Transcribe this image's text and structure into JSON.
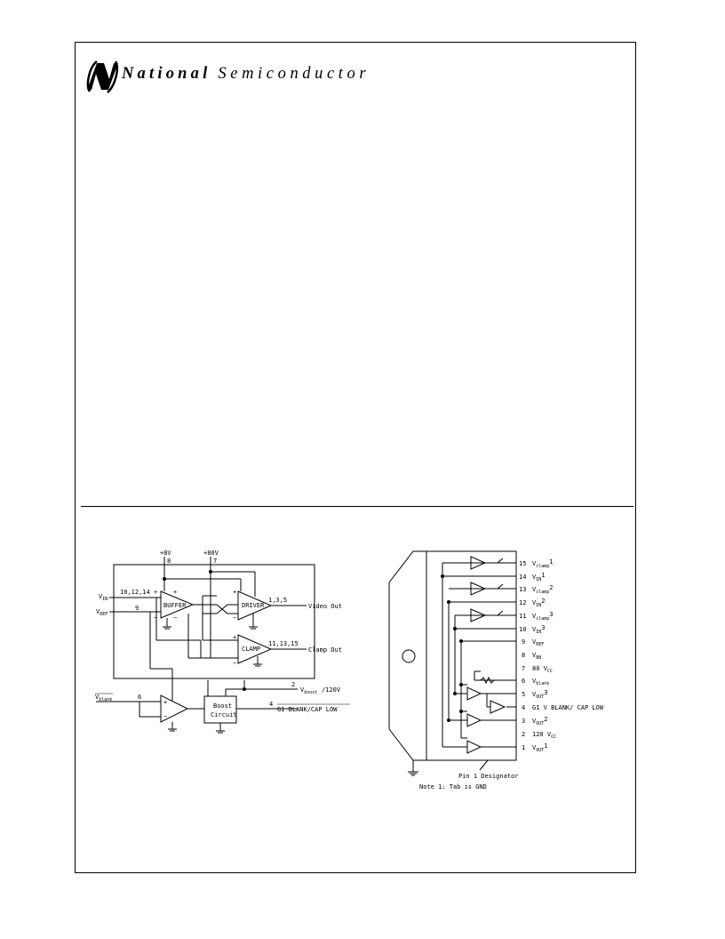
{
  "header": {
    "brand_bold": "National",
    "brand_light": "Semiconductor"
  },
  "block_diagram": {
    "supply_8v": "+8V",
    "supply_80v": "+80V",
    "pin_8": "8",
    "pin_7": "7",
    "vin_pins": "10,12,14",
    "vref_pin": "9",
    "vblank_pin": "6",
    "buffer_label": "BUFFER",
    "driver_label": "DRIVER",
    "clamp_label": "CLAMP",
    "video_out_pins": "1,3,5",
    "video_out_label": "Video Out",
    "clamp_out_pins": "11,13,15",
    "clamp_out_label": "Clamp Out",
    "boost_label_1": "Boost",
    "boost_label_2": "Circuit",
    "vboost_pin": "2",
    "vboost_label": "/120V",
    "g1_pin": "4",
    "g1_label": "G1 BLANK/CAP LOW",
    "plus": "+",
    "minus": "−"
  },
  "pinout": {
    "pins": [
      {
        "num": "15",
        "label": "V",
        "sub": "clamp",
        "suffix": "1"
      },
      {
        "num": "14",
        "label": "V",
        "sub": "IN",
        "suffix": "1"
      },
      {
        "num": "13",
        "label": "V",
        "sub": "clamp",
        "suffix": "2"
      },
      {
        "num": "12",
        "label": "V",
        "sub": "IN",
        "suffix": "2"
      },
      {
        "num": "11",
        "label": "V",
        "sub": "clamp",
        "suffix": "3"
      },
      {
        "num": "10",
        "label": "V",
        "sub": "IN",
        "suffix": "3"
      },
      {
        "num": "9",
        "label": "V",
        "sub": "REF",
        "suffix": ""
      },
      {
        "num": "8",
        "label": "V",
        "sub": "BB",
        "suffix": ""
      },
      {
        "num": "7",
        "label": "80 V",
        "sub": "CC",
        "suffix": ""
      },
      {
        "num": "6",
        "label": "V",
        "sub": "blank",
        "suffix": ""
      },
      {
        "num": "5",
        "label": "V",
        "sub": "OUT",
        "suffix": "3"
      },
      {
        "num": "4",
        "label": "G1 V BLANK/ CAP LOW",
        "sub": "",
        "suffix": ""
      },
      {
        "num": "3",
        "label": "V",
        "sub": "OUT",
        "suffix": "2"
      },
      {
        "num": "2",
        "label": "120 V",
        "sub": "CC",
        "suffix": ""
      },
      {
        "num": "1",
        "label": "V",
        "sub": "OUT",
        "suffix": "1"
      }
    ],
    "designator": "Pin 1 Designator",
    "note": "Note 1: Tab is GND"
  }
}
